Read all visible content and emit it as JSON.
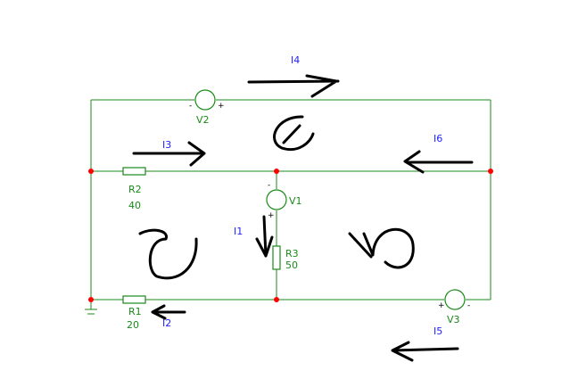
{
  "components": {
    "r1": {
      "name": "R1",
      "value": "20"
    },
    "r2": {
      "name": "R2",
      "value": "40"
    },
    "r3": {
      "name": "R3",
      "value": "50"
    },
    "v1": {
      "name": "V1"
    },
    "v2": {
      "name": "V2"
    },
    "v3": {
      "name": "V3"
    }
  },
  "currents": {
    "i1": "I1",
    "i2": "I2",
    "i3": "I3",
    "i4": "I4",
    "i5": "I5",
    "i6": "I6"
  },
  "polarity": {
    "plus": "+",
    "minus": "-"
  },
  "colors": {
    "wire": "#1a8a1a",
    "node": "#ff0000",
    "component_label": "#1a8a1a",
    "current_label": "#2020ff",
    "annotation": "#000000"
  }
}
